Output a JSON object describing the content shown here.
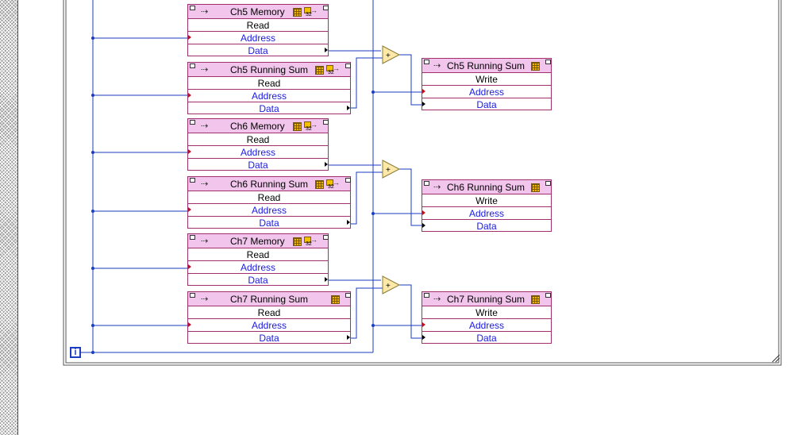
{
  "nodes": [
    {
      "title": "Ch5 Memory",
      "mode": "Read",
      "address": "Address",
      "data": "Data",
      "icon": "memory-fifo-icon"
    },
    {
      "title": "Ch5 Running Sum",
      "mode": "Read",
      "address": "Address",
      "data": "Data",
      "icon": "memory-fifo-icon"
    },
    {
      "title": "Ch5 Running Sum",
      "mode": "Write",
      "address": "Address",
      "data": "Data",
      "icon": "memory-grid-icon"
    },
    {
      "title": "Ch6 Memory",
      "mode": "Read",
      "address": "Address",
      "data": "Data",
      "icon": "memory-fifo-icon"
    },
    {
      "title": "Ch6 Running Sum",
      "mode": "Read",
      "address": "Address",
      "data": "Data",
      "icon": "memory-fifo-icon"
    },
    {
      "title": "Ch6 Running Sum",
      "mode": "Write",
      "address": "Address",
      "data": "Data",
      "icon": "memory-grid-icon"
    },
    {
      "title": "Ch7 Memory",
      "mode": "Read",
      "address": "Address",
      "data": "Data",
      "icon": "memory-fifo-icon"
    },
    {
      "title": "Ch7 Running Sum",
      "mode": "Read",
      "address": "Address",
      "data": "Data",
      "icon": "memory-grid-icon"
    },
    {
      "title": "Ch7 Running Sum",
      "mode": "Write",
      "address": "Address",
      "data": "Data",
      "icon": "memory-grid-icon"
    }
  ],
  "add_nodes": [
    {
      "symbol": "+"
    },
    {
      "symbol": "+"
    },
    {
      "symbol": "+"
    }
  ],
  "loop": {
    "iteration_label": "i"
  },
  "colors": {
    "wire_integer": "#1a3cc0",
    "node_header": "#f2c6ec",
    "node_border": "#a0306e",
    "add_fill": "#ffe9a8"
  }
}
